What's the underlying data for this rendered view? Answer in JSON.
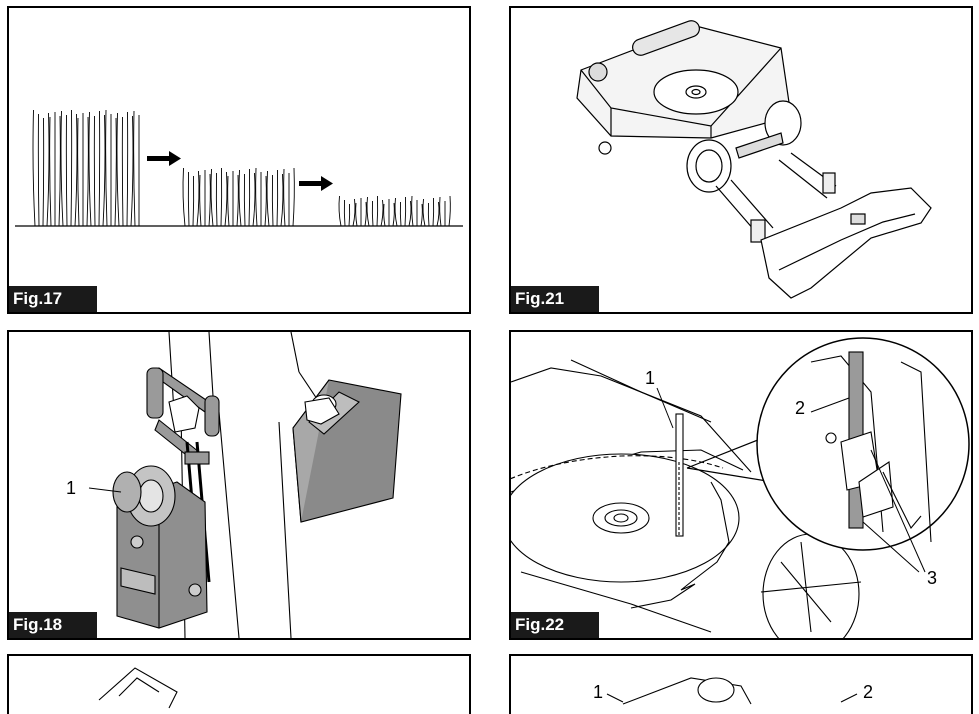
{
  "figures": {
    "fig17": {
      "label": "Fig.17"
    },
    "fig21": {
      "label": "Fig.21"
    },
    "fig18": {
      "label": "Fig.18",
      "callouts": [
        "1"
      ]
    },
    "fig22": {
      "label": "Fig.22",
      "callouts": [
        "1",
        "2",
        "3"
      ]
    },
    "fig23": {
      "callouts": []
    },
    "fig24": {
      "callouts": [
        "1",
        "2"
      ]
    }
  }
}
